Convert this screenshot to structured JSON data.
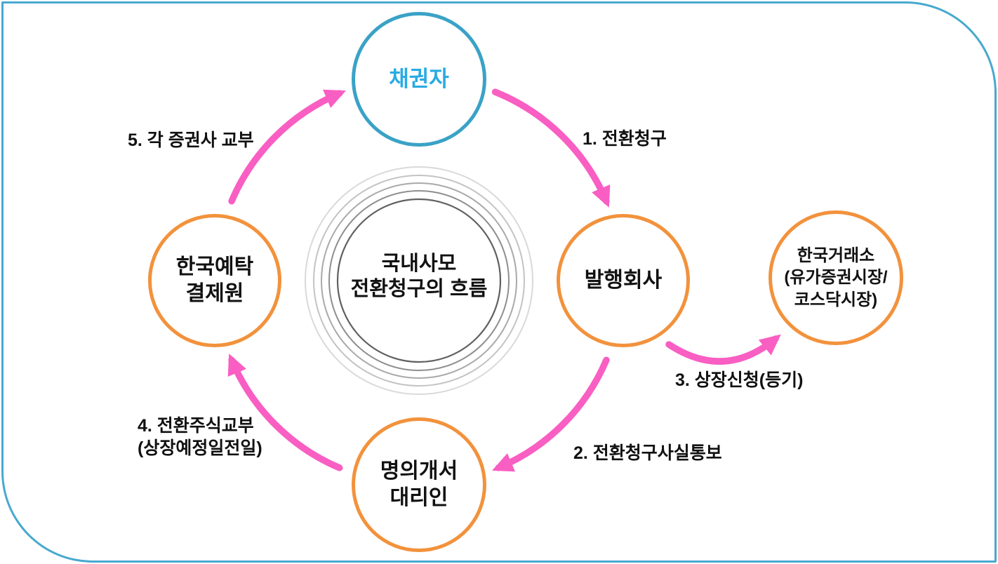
{
  "diagram": {
    "center": {
      "title": "국내사모\n전환청구의 흐름"
    },
    "nodes": {
      "creditor": {
        "label": "채권자"
      },
      "issuer": {
        "label": "발행회사"
      },
      "exchange": {
        "label": "한국거래소\n(유가증권시장/\n코스닥시장)"
      },
      "transfer_agent": {
        "label": "명의개서\n대리인"
      },
      "depository": {
        "label": "한국예탁\n결제원"
      }
    },
    "flows": {
      "step1": {
        "label": "1. 전환청구",
        "from": "채권자",
        "to": "발행회사"
      },
      "step2": {
        "label": "2. 전환청구사실통보",
        "from": "발행회사",
        "to": "명의개서 대리인"
      },
      "step3": {
        "label": "3. 상장신청(등기)",
        "from": "발행회사",
        "to": "한국거래소"
      },
      "step4": {
        "label": "4. 전환주식교부\n(상장예정일전일)",
        "from": "명의개서 대리인",
        "to": "한국예탁결제원"
      },
      "step5": {
        "label": "5. 각 증권사 교부",
        "from": "한국예탁결제원",
        "to": "채권자"
      }
    }
  },
  "colors": {
    "frame_border": "#47a9ce",
    "creditor_border": "#3aa2c6",
    "creditor_text": "#29abe2",
    "node_border": "#f2923c",
    "arrow": "#f95ec3",
    "text": "#111111"
  }
}
